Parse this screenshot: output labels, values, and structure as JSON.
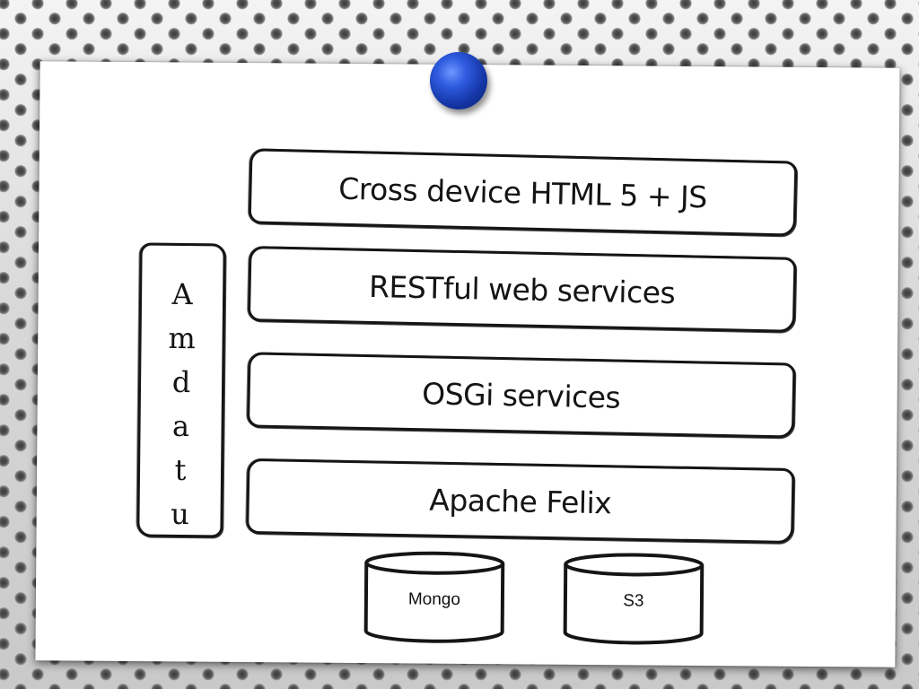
{
  "diagram": {
    "title": "",
    "layers": [
      {
        "label": "Cross device HTML 5 + JS"
      },
      {
        "label": "RESTful web services"
      },
      {
        "label": "OSGi services"
      },
      {
        "label": "Apache Felix"
      }
    ],
    "side_box": {
      "letters": [
        "A",
        "m",
        "d",
        "a",
        "t",
        "u"
      ]
    },
    "storage": [
      {
        "label": "Mongo"
      },
      {
        "label": "S3"
      }
    ]
  },
  "colors": {
    "pin": "#2f5ce0",
    "card": "#ffffff",
    "outline": "#151515",
    "background": "#cfcfcf"
  }
}
